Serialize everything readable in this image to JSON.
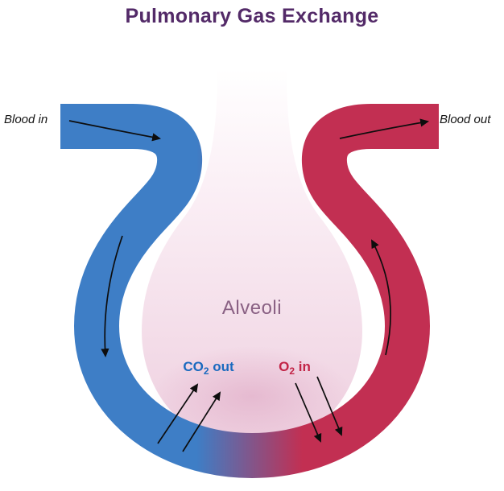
{
  "title": "Pulmonary Gas Exchange",
  "diagram": {
    "blood_in": "Blood in",
    "blood_out": "Blood out",
    "alveoli": "Alveoli",
    "co2_label": {
      "prefix": "CO",
      "sub": "2",
      "suffix": " out"
    },
    "o2_label": {
      "prefix": "O",
      "sub": "2",
      "suffix": " in"
    }
  },
  "colors": {
    "title": "#532a68",
    "vessel_blue": "#3e7ec6",
    "vessel_red": "#c22f52",
    "alveoli_fill_top": "#ffffff",
    "alveoli_fill_mid": "#fbf0f6",
    "alveoli_fill_bottom": "#eecfdf",
    "alveoli_text": "#8a6184",
    "co2_text": "#1a6abf",
    "o2_text": "#c22446",
    "arrow": "#0d0d0d"
  }
}
